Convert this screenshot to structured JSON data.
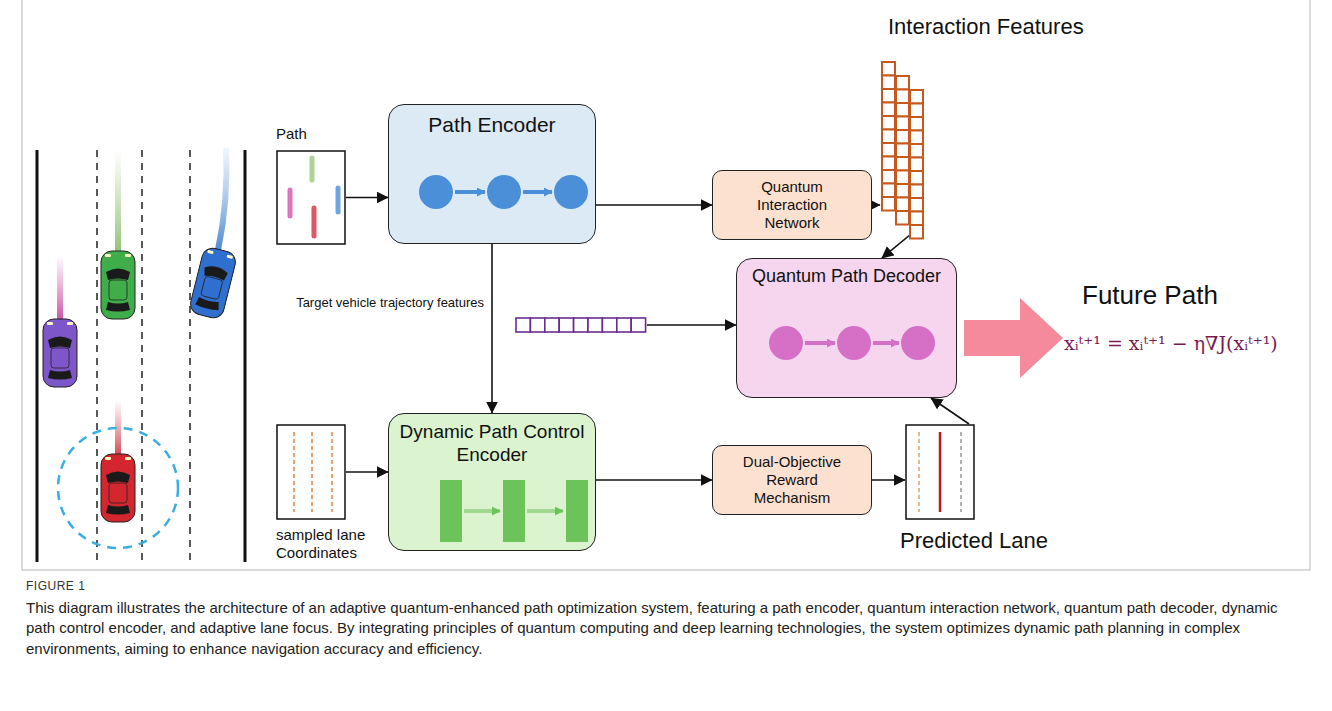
{
  "diagram": {
    "caption": "This diagram illustrates the architecture of an adaptive quantum-enhanced path optimization system, featuring a path encoder, quantum interaction network, quantum path decoder, dynamic path control encoder, and adaptive lane focus. By integrating principles of quantum computing and deep learning technologies, the system optimizes dynamic path planning in complex environments, aiming to enhance navigation accuracy and efficiency.",
    "nodes": [
      {
        "text": [
          "Path"
        ]
      },
      {
        "text": [
          "Path Encoder"
        ]
      },
      {
        "text": [
          "Quantum Interaction Network"
        ]
      },
      {
        "text": [
          "Interaction Features"
        ]
      },
      {
        "text": [
          "Target vehicle trajectory features"
        ]
      },
      {
        "text": [
          "Quantum Path Decoder"
        ]
      },
      {
        "text": [
          "Future Path",
          "xᵢᵗ⁺¹ = xᵢᵗ⁺¹ − η∇J(xᵢᵗ⁺¹)"
        ]
      },
      {
        "text": [
          "sampled lane Coordinates"
        ]
      },
      {
        "text": [
          "Dynamic Path Control Encoder"
        ]
      },
      {
        "text": [
          "Dual-Objective Reward Mechanism"
        ]
      },
      {
        "text": [
          "Predicted Lane"
        ]
      }
    ],
    "edges": [
      {
        "from": 0,
        "to": 1,
        "arrow": "to"
      },
      {
        "from": 1,
        "to": 2,
        "arrow": "to"
      },
      {
        "from": 2,
        "to": 3,
        "arrow": "to"
      },
      {
        "from": 3,
        "to": 5,
        "arrow": "to"
      },
      {
        "from": 1,
        "to": 8,
        "arrow": "to"
      },
      {
        "from": 4,
        "to": 5,
        "arrow": "to"
      },
      {
        "from": 7,
        "to": 8,
        "arrow": "to"
      },
      {
        "from": 8,
        "to": 9,
        "arrow": "to"
      },
      {
        "from": 9,
        "to": 10,
        "arrow": "to"
      },
      {
        "from": 10,
        "to": 5,
        "arrow": "to"
      }
    ],
    "labels": [
      "FIGURE 1"
    ]
  }
}
